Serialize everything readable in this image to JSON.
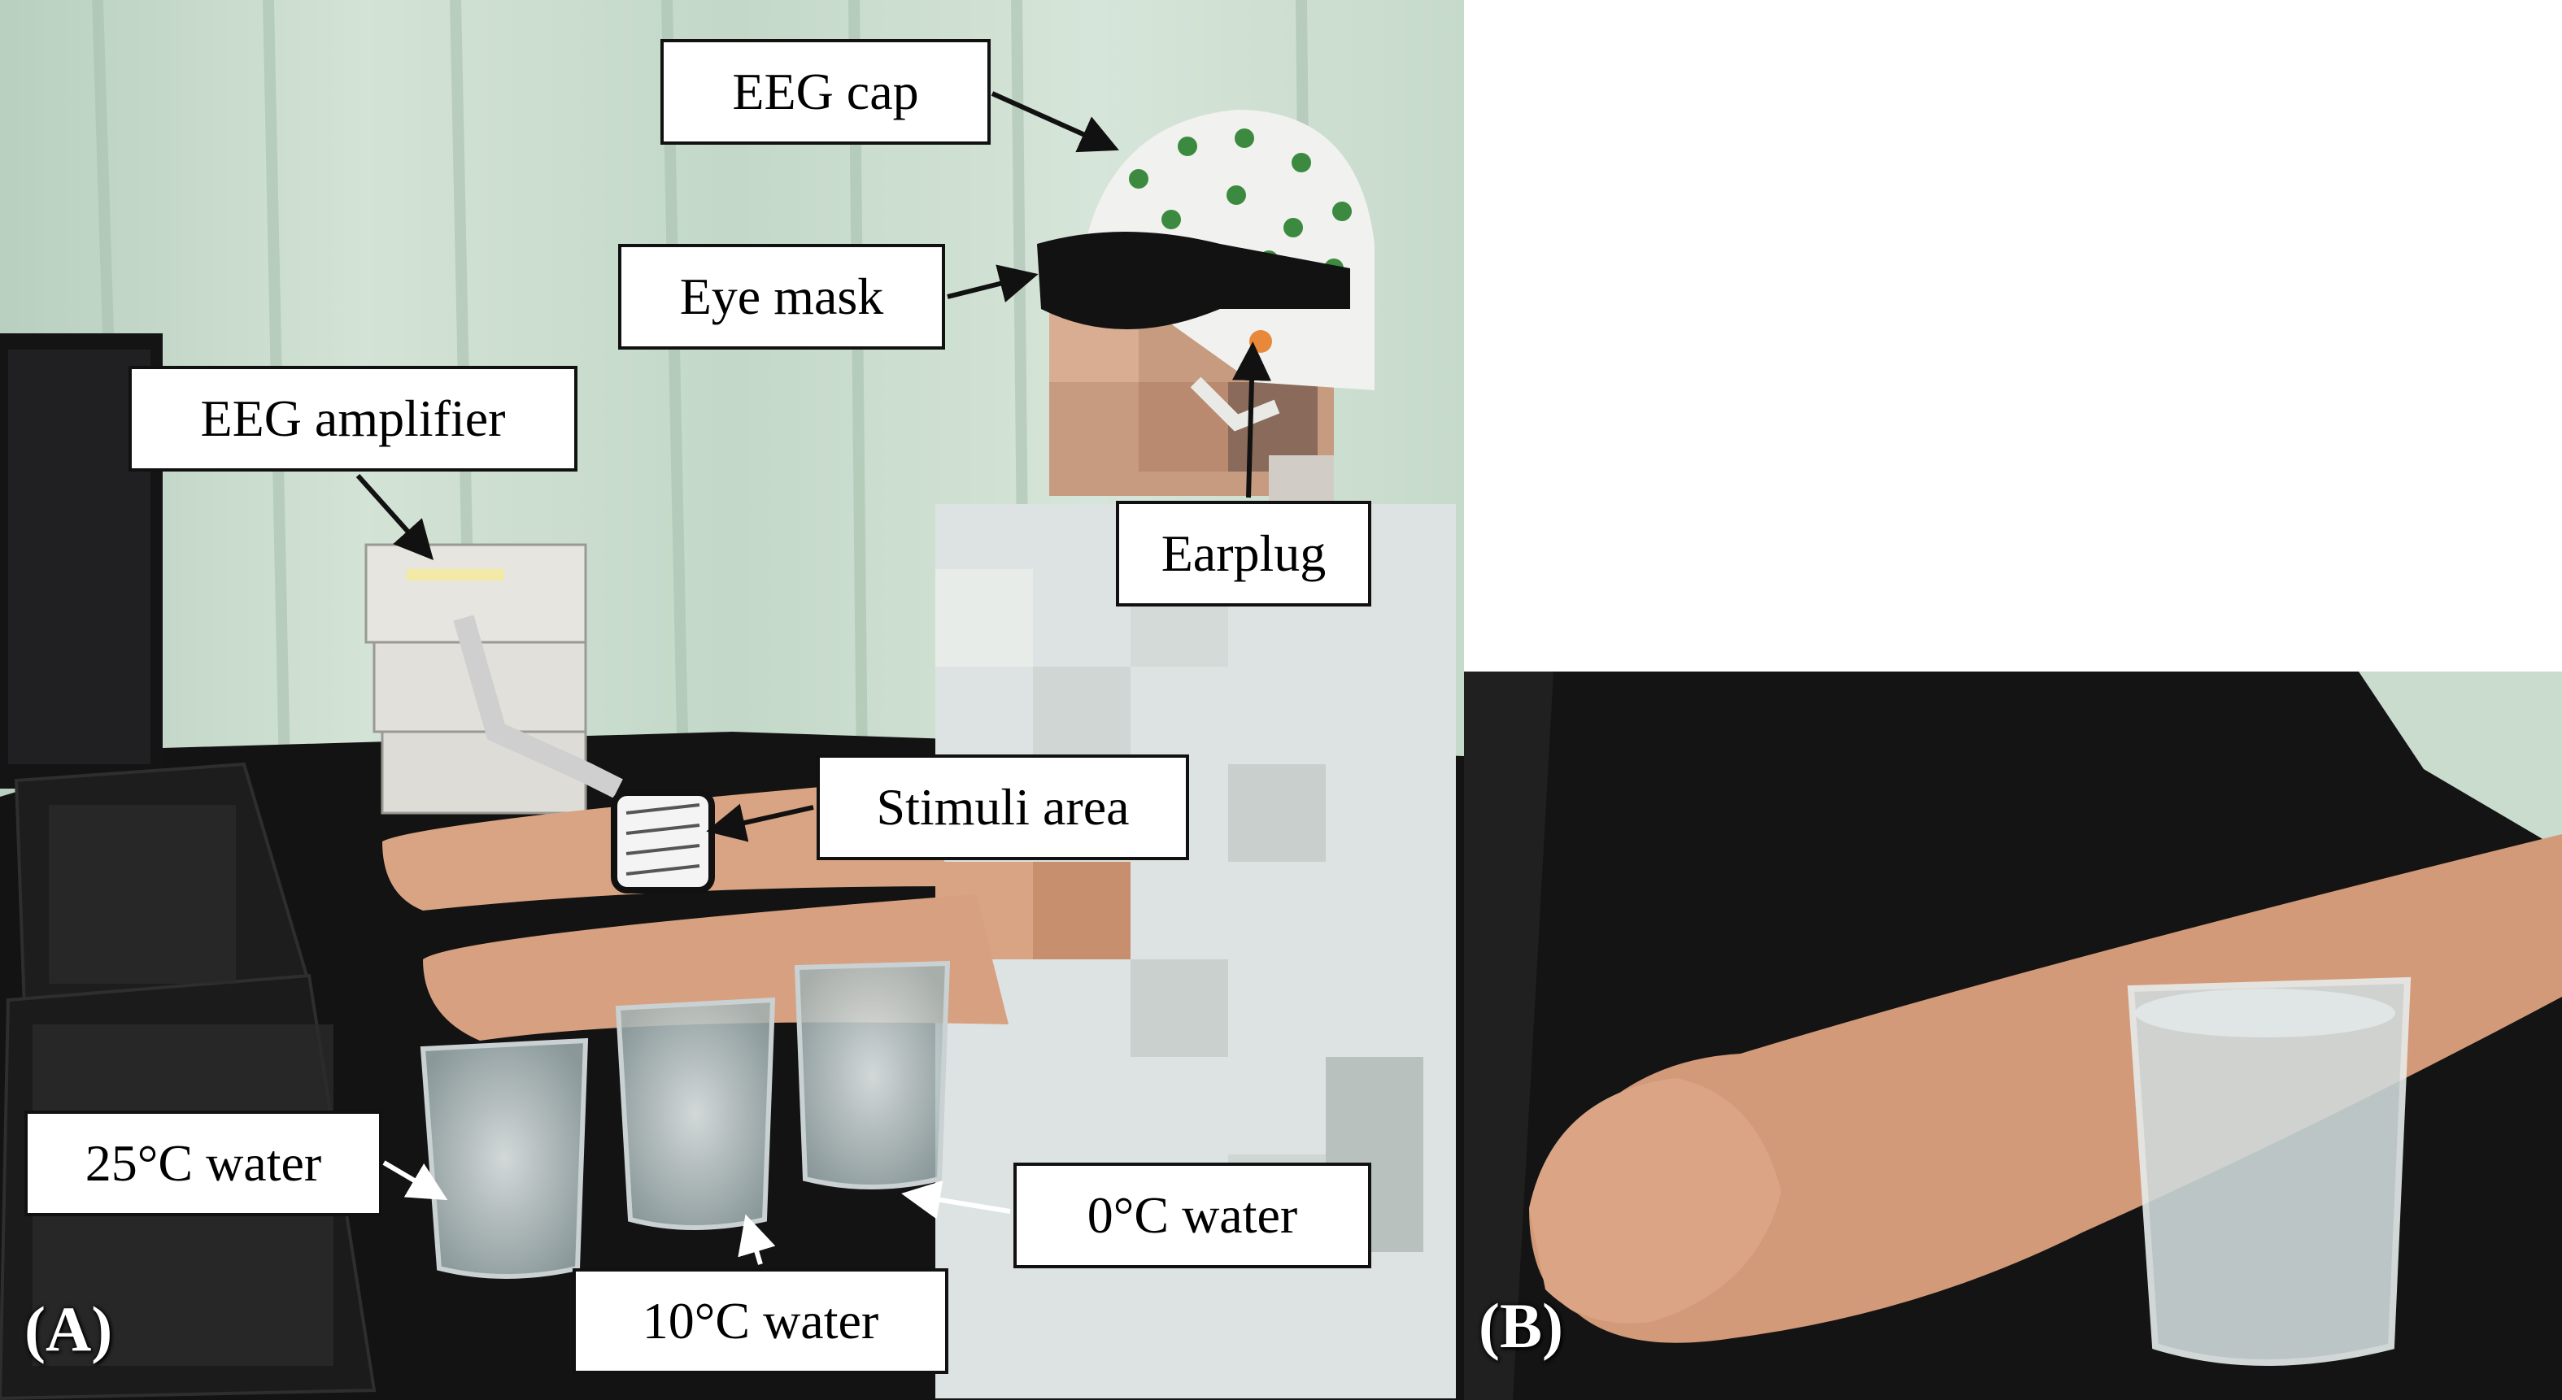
{
  "panel_a": {
    "letter": "(A)",
    "labels": {
      "eeg_cap": "EEG cap",
      "eye_mask": "Eye mask",
      "eeg_amplifier": "EEG amplifier",
      "earplug": "Earplug",
      "stimuli_area": "Stimuli area",
      "water_25": "25°C water",
      "water_10": "10°C water",
      "water_0": "0°C water"
    }
  },
  "panel_b": {
    "letter": "(B)"
  },
  "colors": {
    "curtain": "#c9dccd",
    "table": "#121212",
    "skin": "#d9a483",
    "shirt": "#dde3e2",
    "cap": "#f1f1ef",
    "electrode": "#3c8a3f",
    "label_border": "#111111"
  }
}
